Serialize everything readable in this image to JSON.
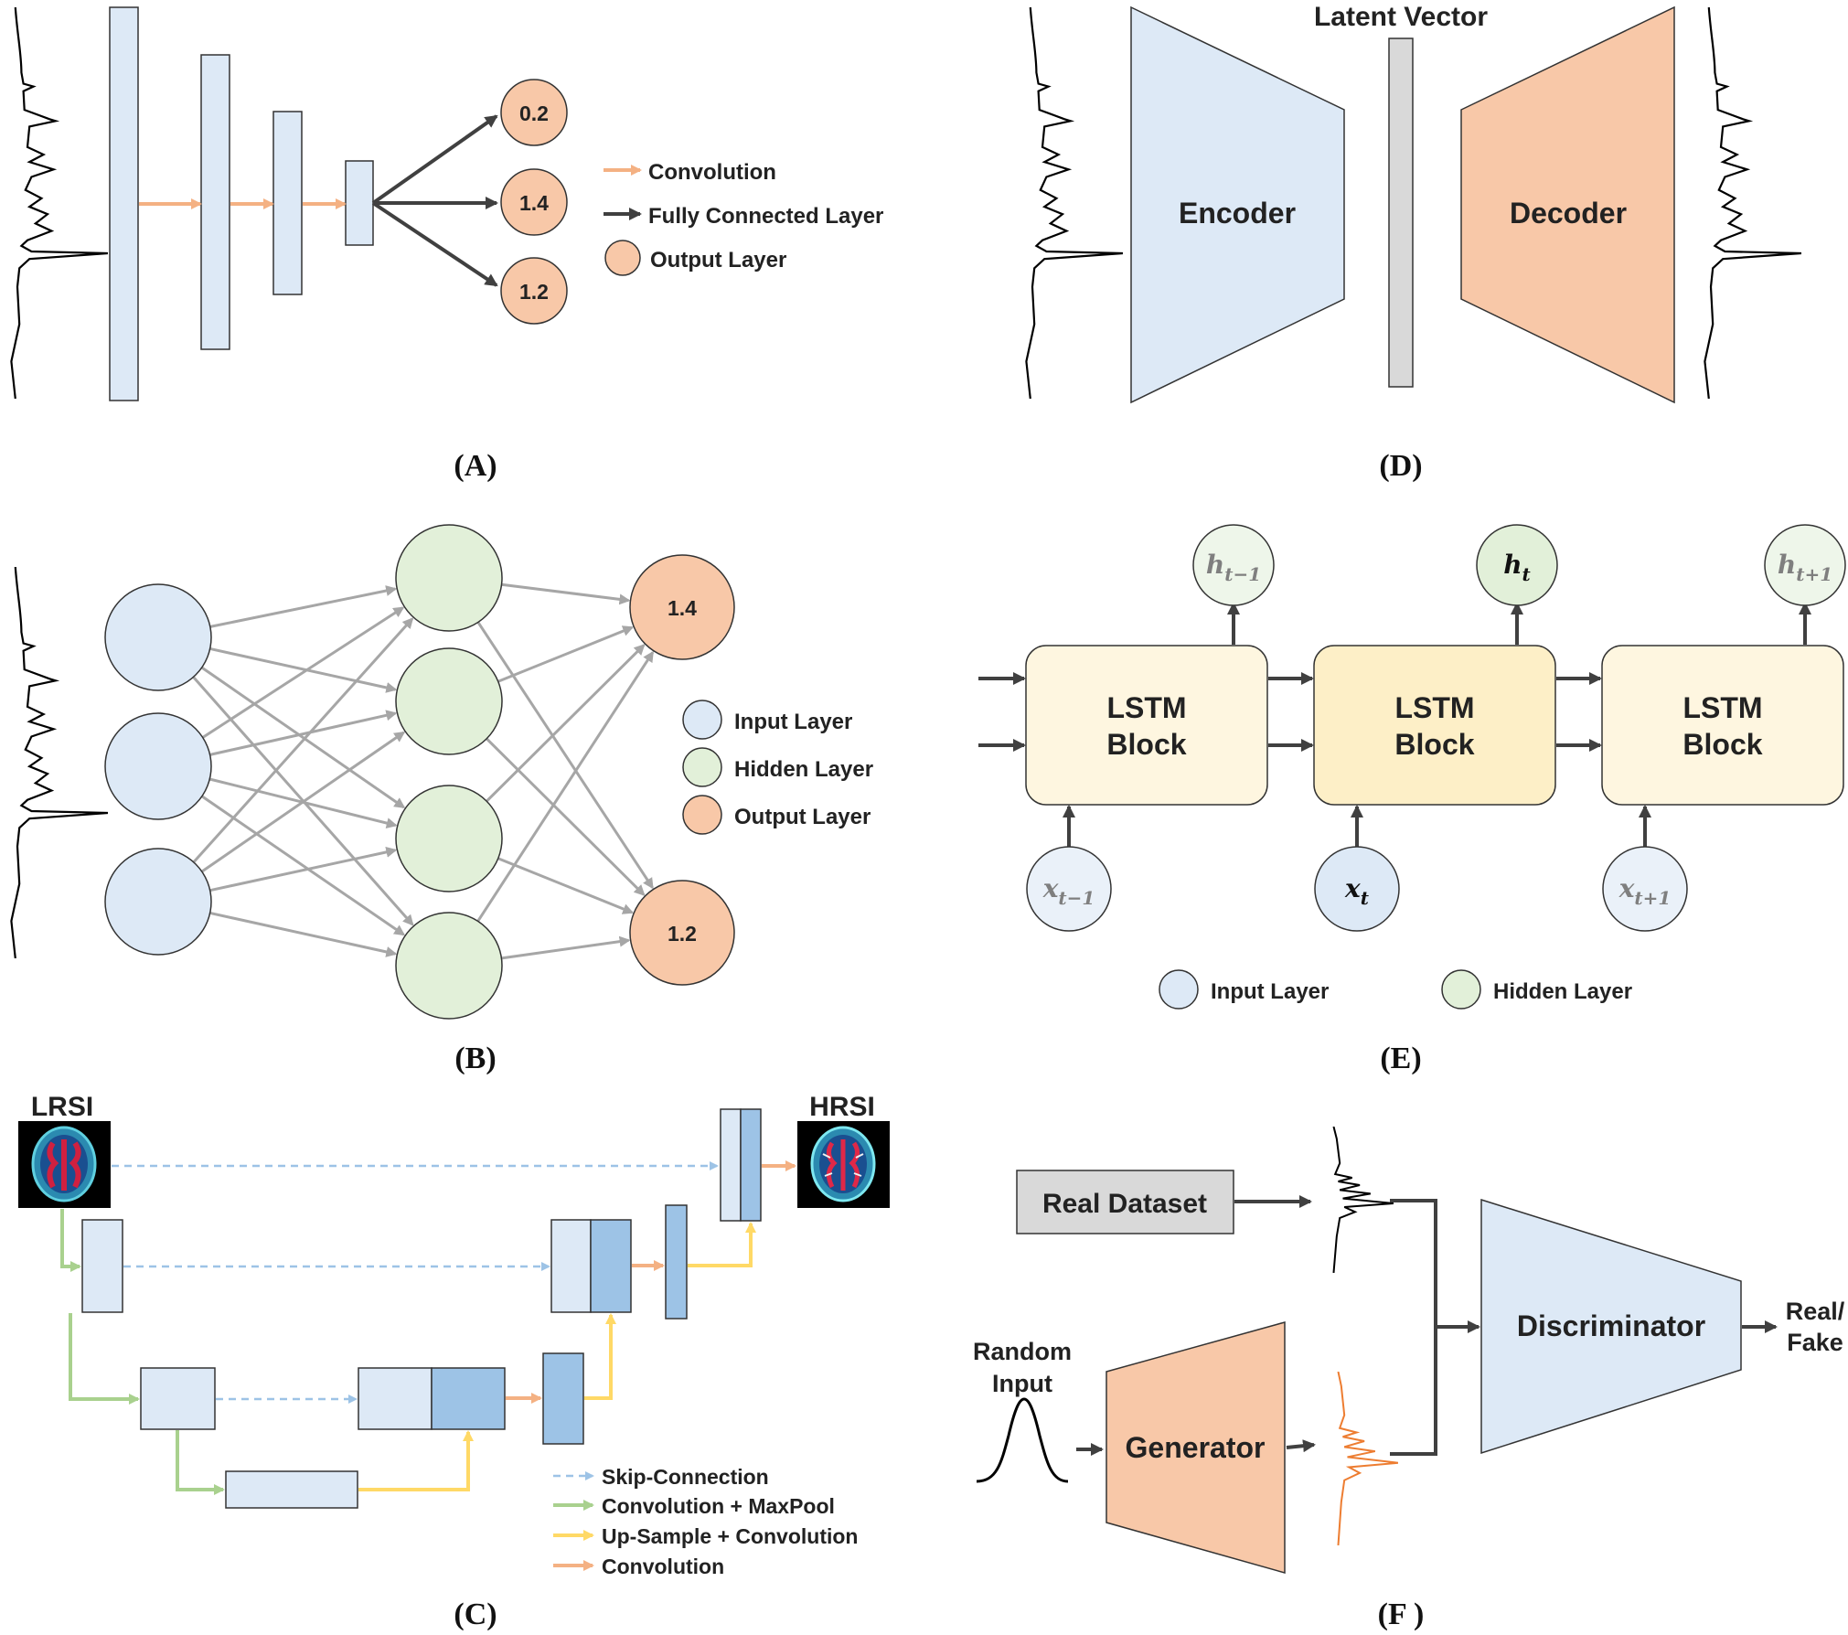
{
  "colors": {
    "layer_blue": "#dde9f6",
    "layer_blue_dark": "#9dc3e6",
    "orange": "#f8c8a8",
    "green": "#e2f0d9",
    "gray": "#d9d9d9",
    "lstm_light": "#fef6e0",
    "lstm_mid": "#fdefc7",
    "arrow_conv": "#f4b183",
    "arrow_dark": "#404040",
    "arrow_fc_gray": "#a6a6a6",
    "skip_blue": "#9dc3e6",
    "green_arrow": "#a9d18e",
    "yellow_arrow": "#ffd966",
    "generated_spectrum": "#ed7d31"
  },
  "panels": {
    "a": {
      "caption": "(A)",
      "outputs": [
        "0.2",
        "1.4",
        "1.2"
      ],
      "legend": {
        "conv": "Convolution",
        "fc": "Fully Connected Layer",
        "output": "Output Layer"
      }
    },
    "b": {
      "caption": "(B)",
      "outputs": [
        "1.4",
        "1.2"
      ],
      "legend": {
        "input": "Input Layer",
        "hidden": "Hidden Layer",
        "output": "Output Layer"
      }
    },
    "c": {
      "caption": "(C)",
      "input_label": "LRSI",
      "output_label": "HRSI",
      "legend": {
        "skip": "Skip-Connection",
        "conv_pool": "Convolution + MaxPool",
        "up_conv": "Up-Sample + Convolution",
        "conv": "Convolution"
      }
    },
    "d": {
      "caption": "(D)",
      "latent_label": "Latent Vector",
      "encoder": "Encoder",
      "decoder": "Decoder"
    },
    "e": {
      "caption": "(E)",
      "block_line1": "LSTM",
      "block_line2": "Block",
      "h_base": "h",
      "x_base": "x",
      "subs": [
        "t−1",
        "t",
        "t+1"
      ],
      "legend": {
        "input": "Input Layer",
        "hidden": "Hidden Layer"
      }
    },
    "f": {
      "caption": "(F )",
      "real_dataset": "Real Dataset",
      "random_line1": "Random",
      "random_line2": "Input",
      "generator": "Generator",
      "discriminator": "Discriminator",
      "result_line1": "Real/",
      "result_line2": "Fake"
    }
  }
}
